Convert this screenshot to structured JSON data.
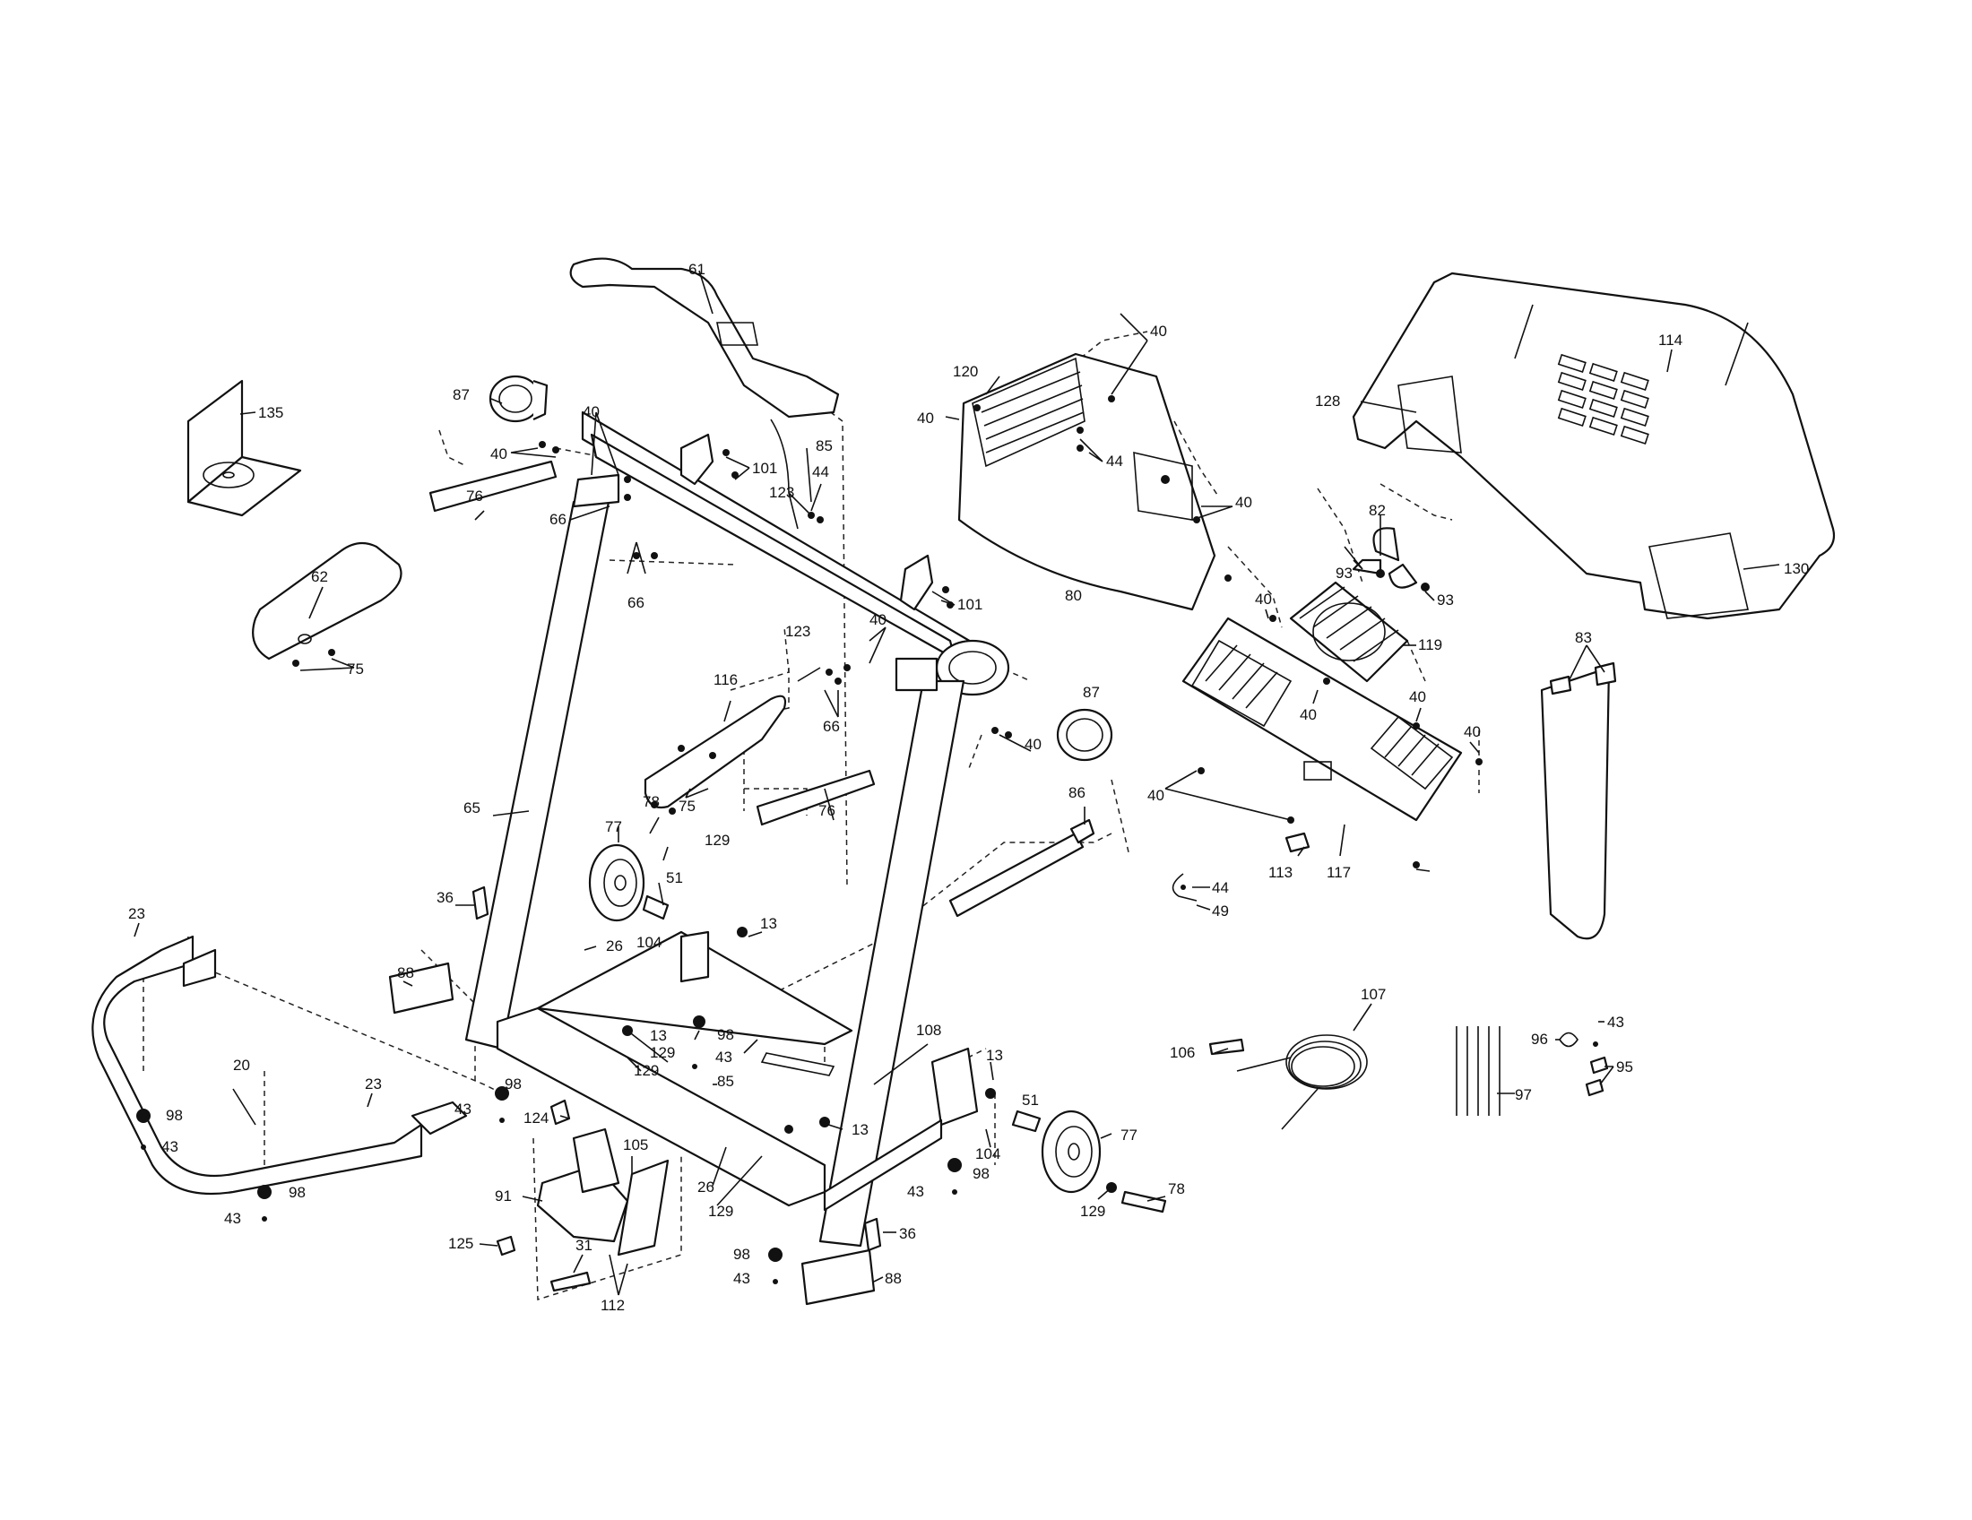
{
  "callouts": [
    "135",
    "87",
    "40",
    "40",
    "76",
    "66",
    "66",
    "62",
    "75",
    "61",
    "101",
    "85",
    "123",
    "44",
    "101",
    "123",
    "40",
    "66",
    "116",
    "75",
    "76",
    "87",
    "40",
    "65",
    "77",
    "78",
    "129",
    "51",
    "104",
    "13",
    "36",
    "26",
    "88",
    "23",
    "20",
    "23",
    "98",
    "43",
    "98",
    "43",
    "98",
    "43",
    "129",
    "129",
    "13",
    "98",
    "43",
    "85",
    "108",
    "124",
    "91",
    "105",
    "125",
    "31",
    "112",
    "26",
    "129",
    "13",
    "98",
    "43",
    "36",
    "88",
    "13",
    "51",
    "104",
    "98",
    "43",
    "77",
    "129",
    "78",
    "86",
    "120",
    "40",
    "40",
    "44",
    "40",
    "80",
    "82",
    "93",
    "93",
    "119",
    "40",
    "40",
    "40",
    "40",
    "113",
    "117",
    "40",
    "44",
    "49",
    "114",
    "128",
    "130",
    "83",
    "106",
    "107",
    "97",
    "96",
    "43",
    "95"
  ]
}
